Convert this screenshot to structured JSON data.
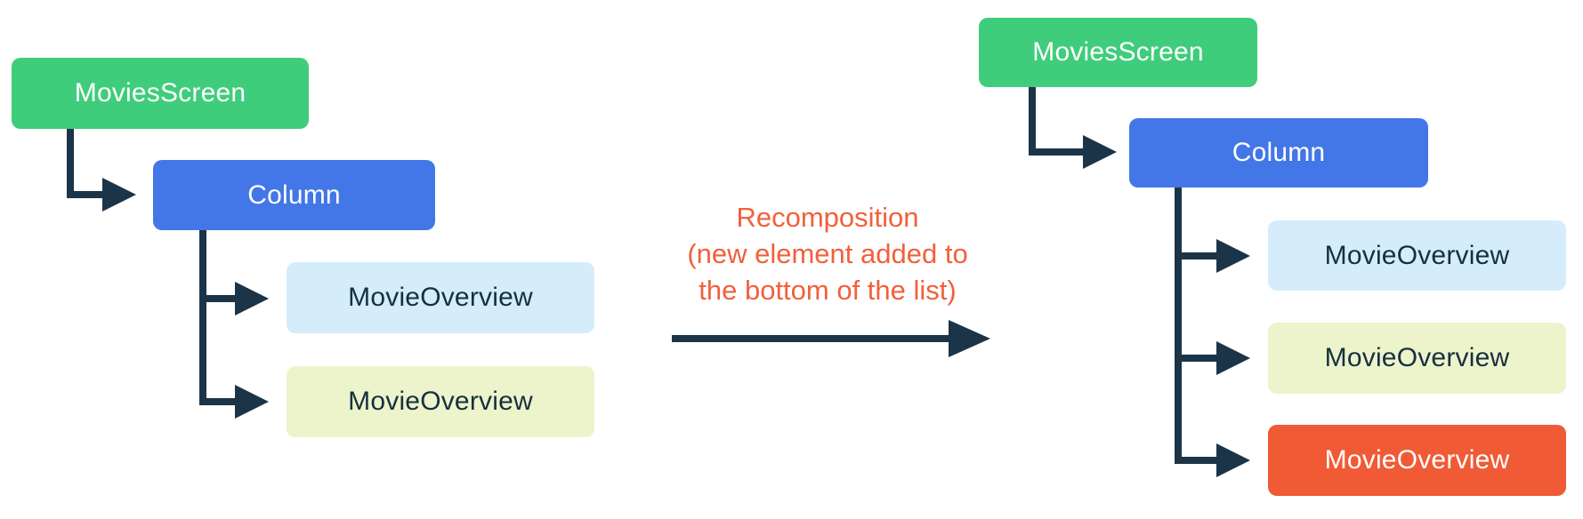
{
  "caption": {
    "lines": [
      "Recomposition",
      "(new element added to",
      "the bottom of the list)"
    ],
    "color": "#f2603c"
  },
  "colors": {
    "connector": "#1b3448",
    "green": "#3fcd7c",
    "blue": "#4377e8",
    "light_blue": "#d5ecfb",
    "light_yellow": "#edf3cb",
    "orange": "#f05b35",
    "dark_text": "#16303f",
    "white_text": "#ffffff"
  },
  "left_tree": {
    "nodes": [
      {
        "id": "movies-screen",
        "label": "MoviesScreen",
        "bg": "#3fcd7c",
        "text_color": "#ffffff"
      },
      {
        "id": "column",
        "label": "Column",
        "bg": "#4377e8",
        "text_color": "#ffffff"
      },
      {
        "id": "movie-overview-1",
        "label": "MovieOverview",
        "bg": "#d5ecfb",
        "text_color": "#16303f"
      },
      {
        "id": "movie-overview-2",
        "label": "MovieOverview",
        "bg": "#edf3cb",
        "text_color": "#16303f"
      }
    ]
  },
  "right_tree": {
    "nodes": [
      {
        "id": "movies-screen",
        "label": "MoviesScreen",
        "bg": "#3fcd7c",
        "text_color": "#ffffff"
      },
      {
        "id": "column",
        "label": "Column",
        "bg": "#4377e8",
        "text_color": "#ffffff"
      },
      {
        "id": "movie-overview-1",
        "label": "MovieOverview",
        "bg": "#d5ecfb",
        "text_color": "#16303f"
      },
      {
        "id": "movie-overview-2",
        "label": "MovieOverview",
        "bg": "#edf3cb",
        "text_color": "#16303f"
      },
      {
        "id": "movie-overview-3-new",
        "label": "MovieOverview",
        "bg": "#f05b35",
        "text_color": "#ffffff"
      }
    ]
  }
}
